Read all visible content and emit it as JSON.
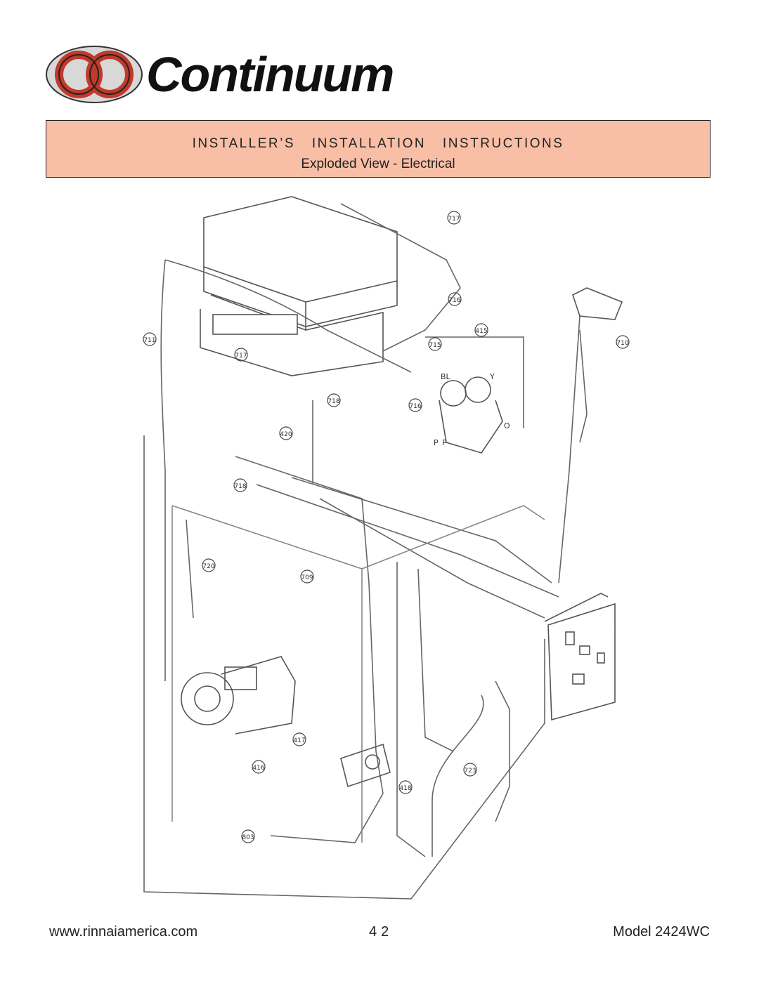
{
  "logo": {
    "brand_text": "Continuum"
  },
  "header": {
    "title": "INSTALLER’S INSTALLATION INSTRUCTIONS",
    "subtitle": "Exploded View - Electrical"
  },
  "diagram": {
    "callouts": [
      "717",
      "716",
      "711",
      "715",
      "415",
      "710",
      "717",
      "718",
      "716",
      "420",
      "718",
      "720",
      "709",
      "417",
      "416",
      "418",
      "723",
      "803"
    ],
    "wire_labels": [
      "BL",
      "Y",
      "O",
      "P",
      "P"
    ]
  },
  "footer": {
    "url": "www.rinnaiamerica.com",
    "page": "42",
    "model": "Model 2424WC"
  }
}
